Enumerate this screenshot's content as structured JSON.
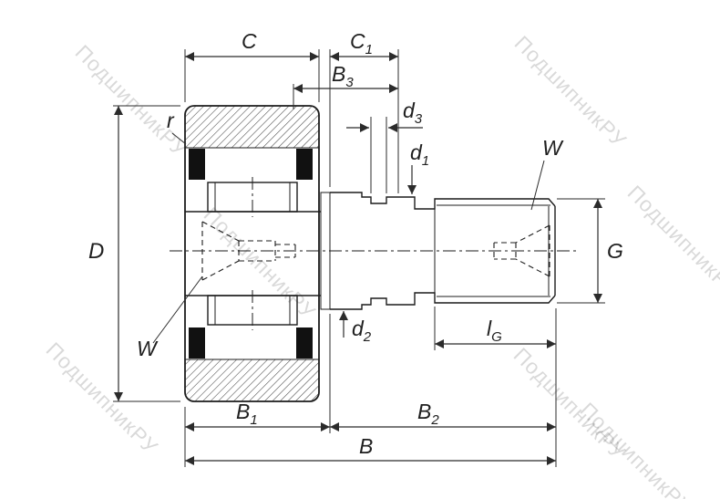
{
  "watermark": {
    "text": "ПодшипникРУ"
  },
  "dims": {
    "D": {
      "main": "D"
    },
    "C": {
      "main": "C"
    },
    "C1": {
      "main": "C",
      "sub": "1"
    },
    "B3": {
      "main": "B",
      "sub": "3"
    },
    "d3": {
      "main": "d",
      "sub": "3"
    },
    "d1": {
      "main": "d",
      "sub": "1"
    },
    "d2": {
      "main": "d",
      "sub": "2"
    },
    "G": {
      "main": "G"
    },
    "lG": {
      "main": "l",
      "sub": "G"
    },
    "B1": {
      "main": "B",
      "sub": "1"
    },
    "B2": {
      "main": "B",
      "sub": "2"
    },
    "B": {
      "main": "B"
    },
    "r": {
      "main": "r"
    },
    "W_right": {
      "main": "W"
    },
    "W_left": {
      "main": "W"
    }
  },
  "colors": {
    "line": "#1c1c1c",
    "dimension": "#2b2b2b",
    "seal": "#111111",
    "background": "#ffffff"
  }
}
